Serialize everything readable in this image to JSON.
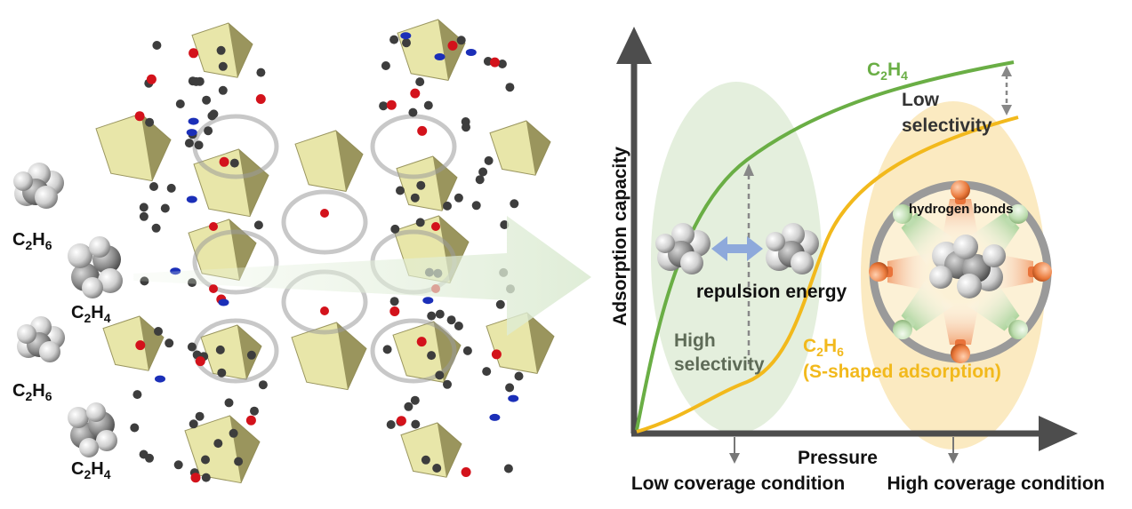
{
  "molecule_labels": {
    "c2h6_top": {
      "main": "C",
      "sub1": "2",
      "mid": "H",
      "sub2": "6"
    },
    "c2h4_mid": {
      "main": "C",
      "sub1": "2",
      "mid": "H",
      "sub2": "4"
    },
    "c2h6_low": {
      "main": "C",
      "sub1": "2",
      "mid": "H",
      "sub2": "6"
    },
    "c2h4_bottom": {
      "main": "C",
      "sub1": "2",
      "mid": "H",
      "sub2": "4"
    }
  },
  "chart": {
    "ylabel": "Adsorption capacity",
    "xlabel": "Pressure",
    "x_annotations": {
      "low": "Low coverage condition",
      "high": "High coverage condition"
    },
    "c2h4_label": {
      "main": "C",
      "sub1": "2",
      "mid": "H",
      "sub2": "4"
    },
    "c2h6_label": {
      "main": "C",
      "sub1": "2",
      "mid": "H",
      "sub2": "6"
    },
    "c2h6_note": "(S-shaped adsorption)",
    "low_selectivity": [
      "Low",
      "selectivity"
    ],
    "high_selectivity": [
      "High",
      "selectivity"
    ],
    "repulsion_energy": "repulsion energy",
    "hydrogen_bonds": "hydrogen bonds"
  },
  "colors": {
    "c2h4_curve": "#6aae45",
    "c2h6_curve": "#f2b91c",
    "axis": "#4d4d4d",
    "low_zone": "#e4efdd",
    "high_zone": "#fbeac1",
    "repulsion_arrow": "#8ea9db",
    "h_bond_orange": "#e9733a",
    "h_bond_green": "#a6d095"
  }
}
